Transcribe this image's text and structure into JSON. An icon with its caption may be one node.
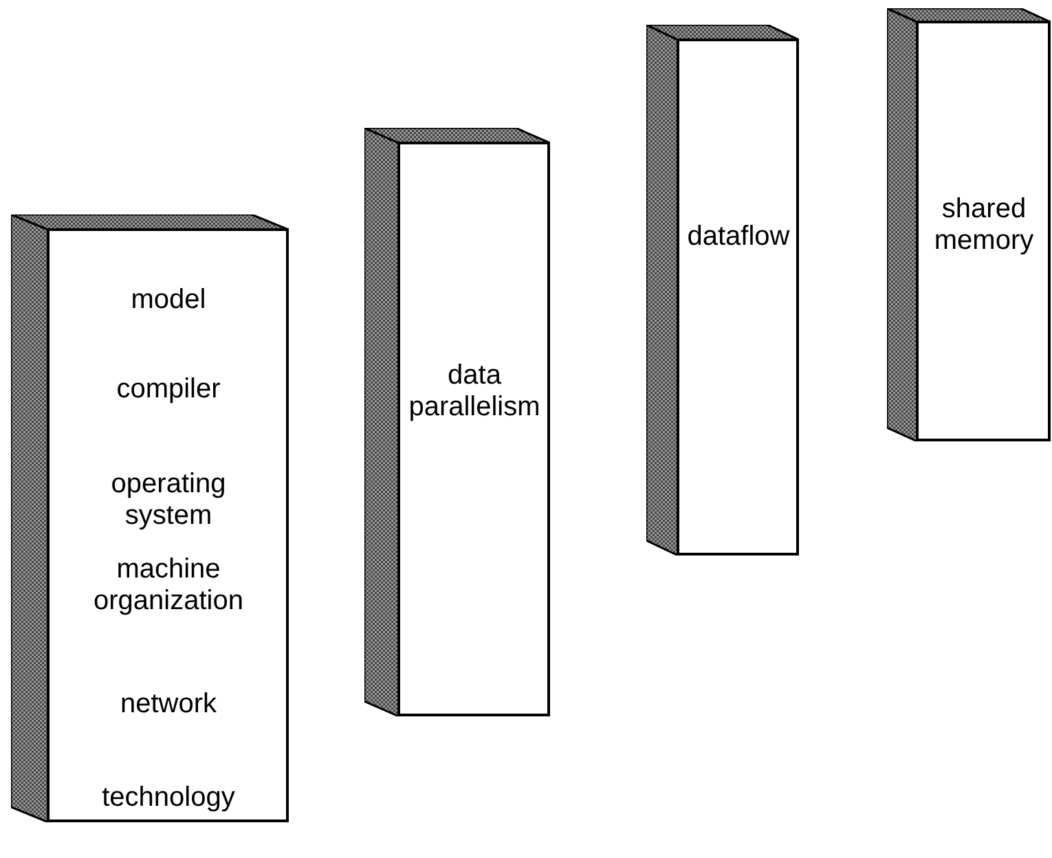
{
  "diagram": {
    "nodes": [
      {
        "text": [
          "model",
          "compiler",
          "operating system",
          "machine organization",
          "network",
          "technology"
        ]
      },
      {
        "text": [
          "data parallelism"
        ]
      },
      {
        "text": [
          "dataflow"
        ]
      },
      {
        "text": [
          "shared memory"
        ]
      }
    ]
  }
}
